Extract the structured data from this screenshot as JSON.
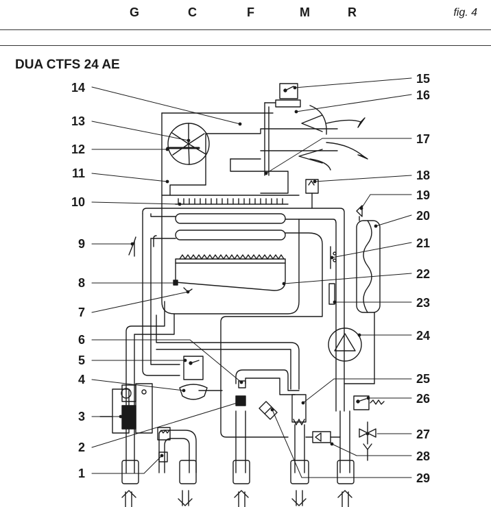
{
  "header": {
    "connections": [
      "G",
      "C",
      "F",
      "M",
      "R"
    ],
    "figure_ref": "fig. 4"
  },
  "model": "DUA CTFS 24 AE",
  "labels_left": [
    "14",
    "13",
    "12",
    "11",
    "10",
    "9",
    "8",
    "7",
    "6",
    "5",
    "4",
    "3",
    "2",
    "1"
  ],
  "labels_right": [
    "15",
    "16",
    "17",
    "18",
    "19",
    "20",
    "21",
    "22",
    "23",
    "24",
    "25",
    "26",
    "27",
    "28",
    "29"
  ]
}
